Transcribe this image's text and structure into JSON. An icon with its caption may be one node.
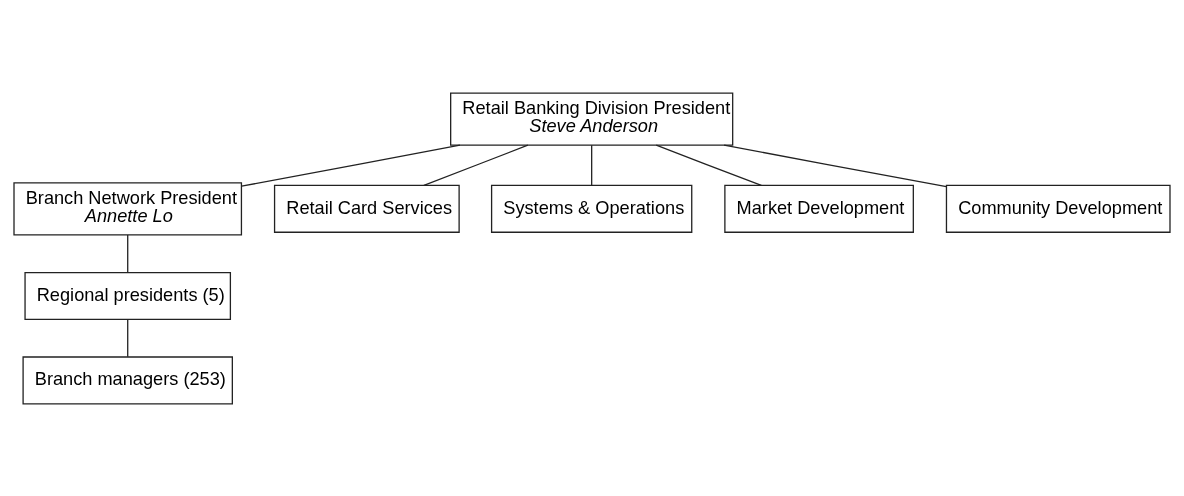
{
  "diagram": {
    "nodes": [
      {
        "text": [
          "Retail Banking Division President",
          "Steve Anderson"
        ]
      },
      {
        "text": [
          "Branch Network President",
          "Annette Lo"
        ]
      },
      {
        "text": [
          "Retail Card Services"
        ]
      },
      {
        "text": [
          "Systems & Operations"
        ]
      },
      {
        "text": [
          "Market Development"
        ]
      },
      {
        "text": [
          "Community Development"
        ]
      },
      {
        "text": [
          "Regional presidents (5)"
        ]
      },
      {
        "text": [
          "Branch managers (253)"
        ]
      }
    ],
    "edges": [
      {
        "from": 0,
        "to": 1,
        "arrow": "none"
      },
      {
        "from": 0,
        "to": 2,
        "arrow": "none"
      },
      {
        "from": 0,
        "to": 3,
        "arrow": "none"
      },
      {
        "from": 0,
        "to": 4,
        "arrow": "none"
      },
      {
        "from": 0,
        "to": 5,
        "arrow": "none"
      },
      {
        "from": 1,
        "to": 6,
        "arrow": "none"
      },
      {
        "from": 6,
        "to": 7,
        "arrow": "none"
      }
    ]
  }
}
